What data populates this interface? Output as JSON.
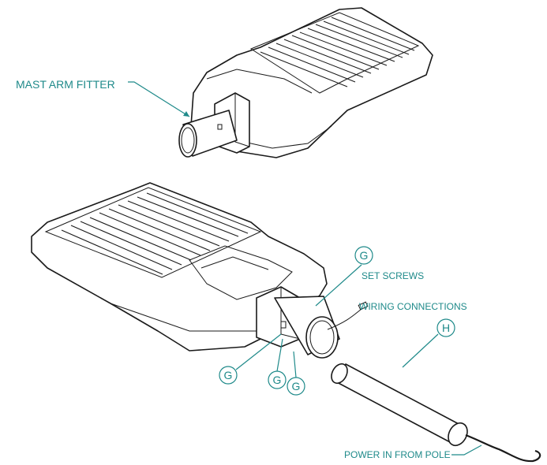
{
  "labels": {
    "mast_arm_fitter": "MAST ARM FITTER",
    "set_screws": "SET SCREWS",
    "wiring_connections": "WIRING CONNECTIONS",
    "power_in": "POWER IN FROM POLE"
  },
  "callouts": {
    "g_top": "G",
    "g_left": "G",
    "g_mid": "G",
    "g_right": "G",
    "h": "H"
  },
  "colors": {
    "accent": "#1f8a8a",
    "ink": "#1a1a1a"
  }
}
